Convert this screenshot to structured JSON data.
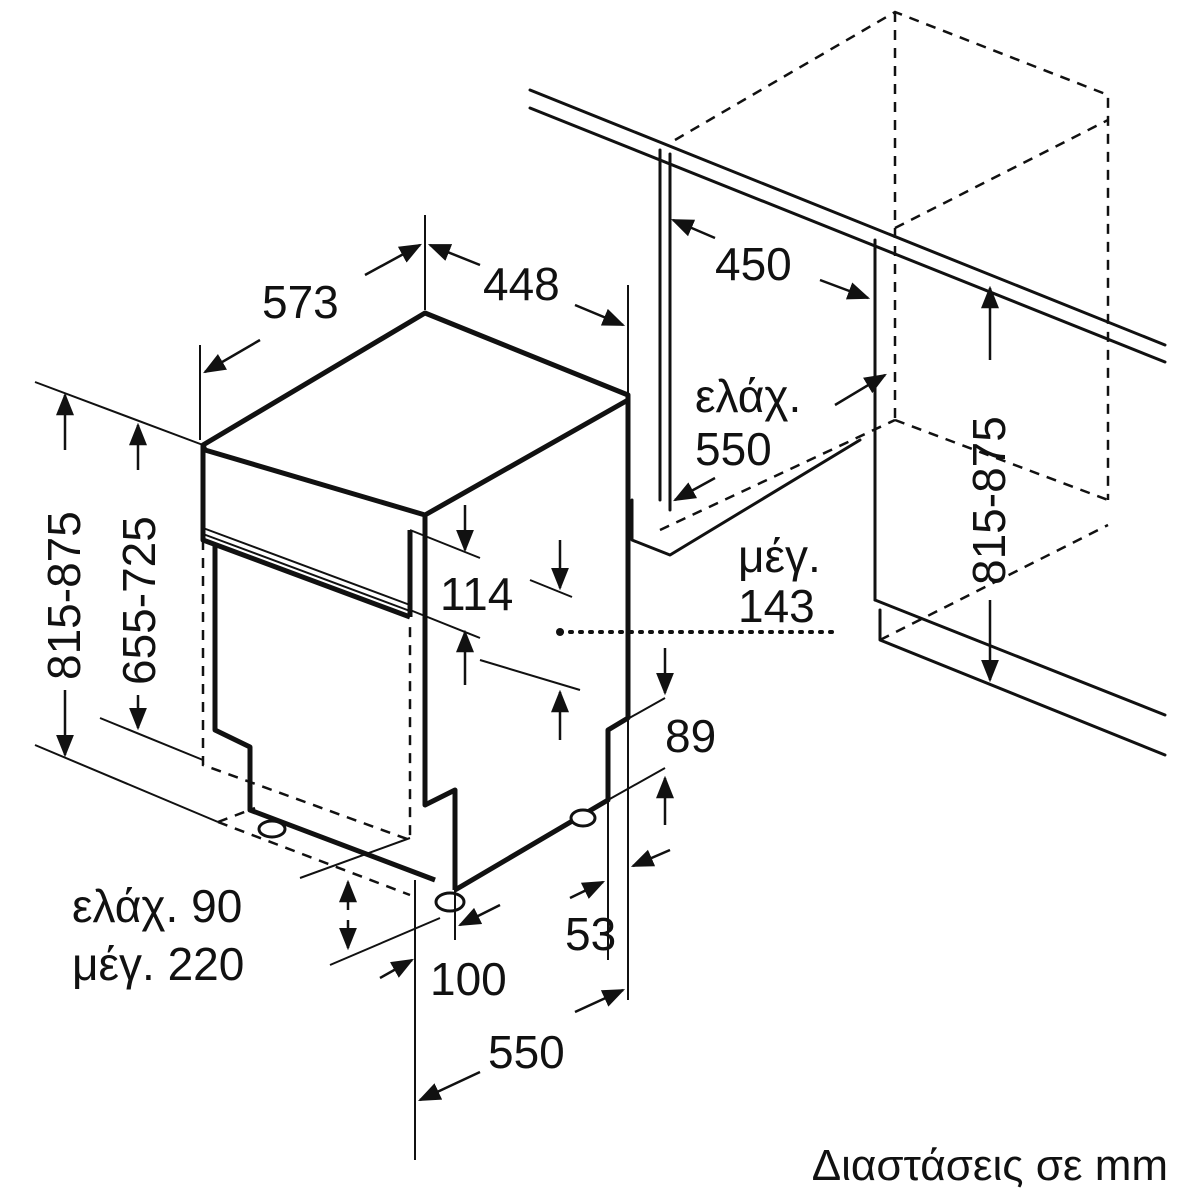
{
  "dimensions": {
    "depth_top": "573",
    "width_top": "448",
    "niche_width": "450",
    "niche_depth_min_1": "ελάχ.",
    "niche_depth_min_2": "550",
    "niche_height": "815-875",
    "height_total": "815-875",
    "height_door": "655-725",
    "panel_height": "114",
    "max_label": "μέγ.",
    "max_value": "143",
    "plinth_height": "89",
    "plinth_min": "ελάχ. 90",
    "plinth_max": "μέγ. 220",
    "foot_setback": "100",
    "plinth_depth": "53",
    "depth_bottom": "550"
  },
  "footer": {
    "units_note": "Διαστάσεις σε mm"
  }
}
